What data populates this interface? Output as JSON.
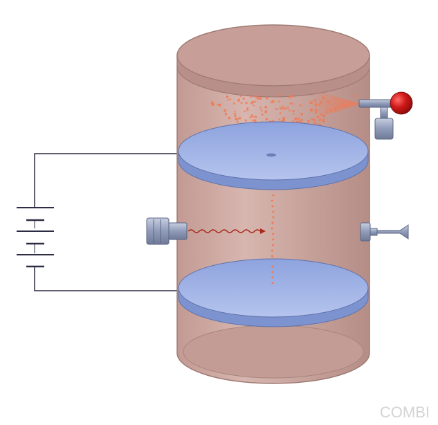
{
  "watermark": {
    "text": "COMBI"
  },
  "colors": {
    "cylinder_body": "#c9a29b",
    "cylinder_stroke": "#9e7b74",
    "plate_fill": "#9fb3e6",
    "plate_edge": "#7d93cf",
    "droplet": "#f07a55",
    "wire": "#2c2c44",
    "metal": "#9aa7c8",
    "bulb": "#d01818",
    "photon": "#a8281a"
  },
  "components": {
    "chamber": "oil-chamber",
    "upper_plate": "upper-plate",
    "lower_plate": "lower-plate",
    "atomizer": "atomizer",
    "xray_source": "xray-source",
    "microscope": "microscope",
    "battery": "battery"
  }
}
